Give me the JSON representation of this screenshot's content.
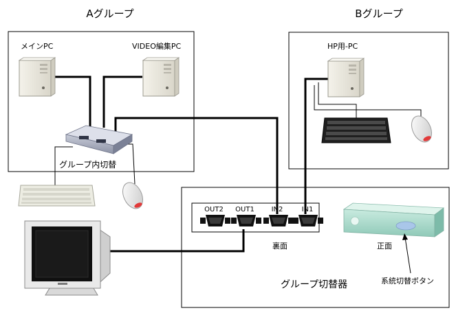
{
  "groups": {
    "a_title": "Aグループ",
    "b_title": "Bグループ"
  },
  "labels": {
    "main_pc": "メインPC",
    "video_pc": "VIDEO編集PC",
    "hp_pc": "HP用-PC",
    "inner_switch": "グループ内切替",
    "back_face": "裏面",
    "front_face": "正面",
    "group_switch": "グループ切替器",
    "system_button": "系統切替ボタン"
  },
  "ports": [
    "OUT2",
    "OUT1",
    "IN2",
    "IN1"
  ]
}
